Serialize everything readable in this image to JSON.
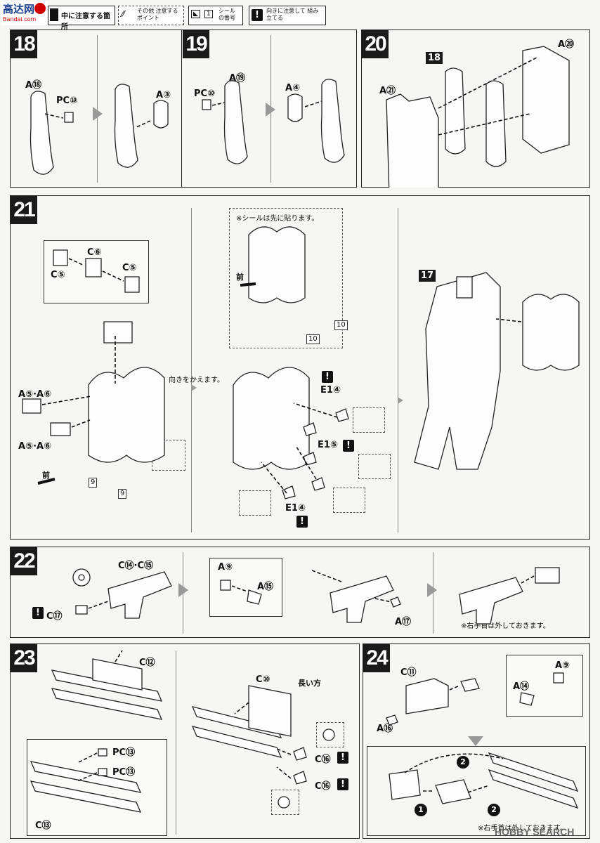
{
  "header": {
    "logo_text": "高达网",
    "logo_sub": "Bandai.com",
    "legend": [
      {
        "icon": "attention-icon",
        "label": "中に注意する箇所"
      },
      {
        "icon": "other-points-icon",
        "label": "その他 注意するポイント"
      },
      {
        "icon": "seal-number-icon",
        "label": "シール の番号",
        "box": "1"
      },
      {
        "icon": "exclamation-icon",
        "label": "向きに注意して 組み立てる",
        "box": "!"
      }
    ]
  },
  "steps": {
    "s18": {
      "num": "18",
      "labels": [
        "A⑱",
        "PC⑩",
        "A③"
      ]
    },
    "s19": {
      "num": "19",
      "labels": [
        "A⑲",
        "PC⑩",
        "A④"
      ]
    },
    "s20": {
      "num": "20",
      "labels": [
        "18",
        "A⑳",
        "A㉑"
      ]
    },
    "s21": {
      "num": "21",
      "labels": [
        "C⑥",
        "C⑤",
        "C⑤",
        "A⑤·A⑥",
        "A⑤·A⑥",
        "前",
        "9",
        "9"
      ],
      "note_seal": "※シールは先に貼ります。",
      "front": "前",
      "seals": [
        "10",
        "10"
      ],
      "turn_note": "向きをかえます。",
      "parts": [
        "E1④",
        "E1⑤",
        "E1④"
      ],
      "ref": "17"
    },
    "s22": {
      "num": "22",
      "labels": [
        "C⑭·C⑮",
        "C⑰",
        "A⑨",
        "A⑮",
        "A⑰"
      ],
      "note": "※右手首は外しておきます。"
    },
    "s23": {
      "num": "23",
      "labels": [
        "C⑫",
        "PC⑬",
        "PC⑬",
        "C⑬",
        "C⑩",
        "長い方",
        "C⑯",
        "C⑯"
      ]
    },
    "s24": {
      "num": "24",
      "labels": [
        "C⑪",
        "A⑨",
        "A⑭",
        "A⑯"
      ],
      "order": [
        "2",
        "1",
        "2"
      ],
      "note": "※右手首は外しておきます。"
    }
  },
  "watermark": "HOBBY SEARCH"
}
